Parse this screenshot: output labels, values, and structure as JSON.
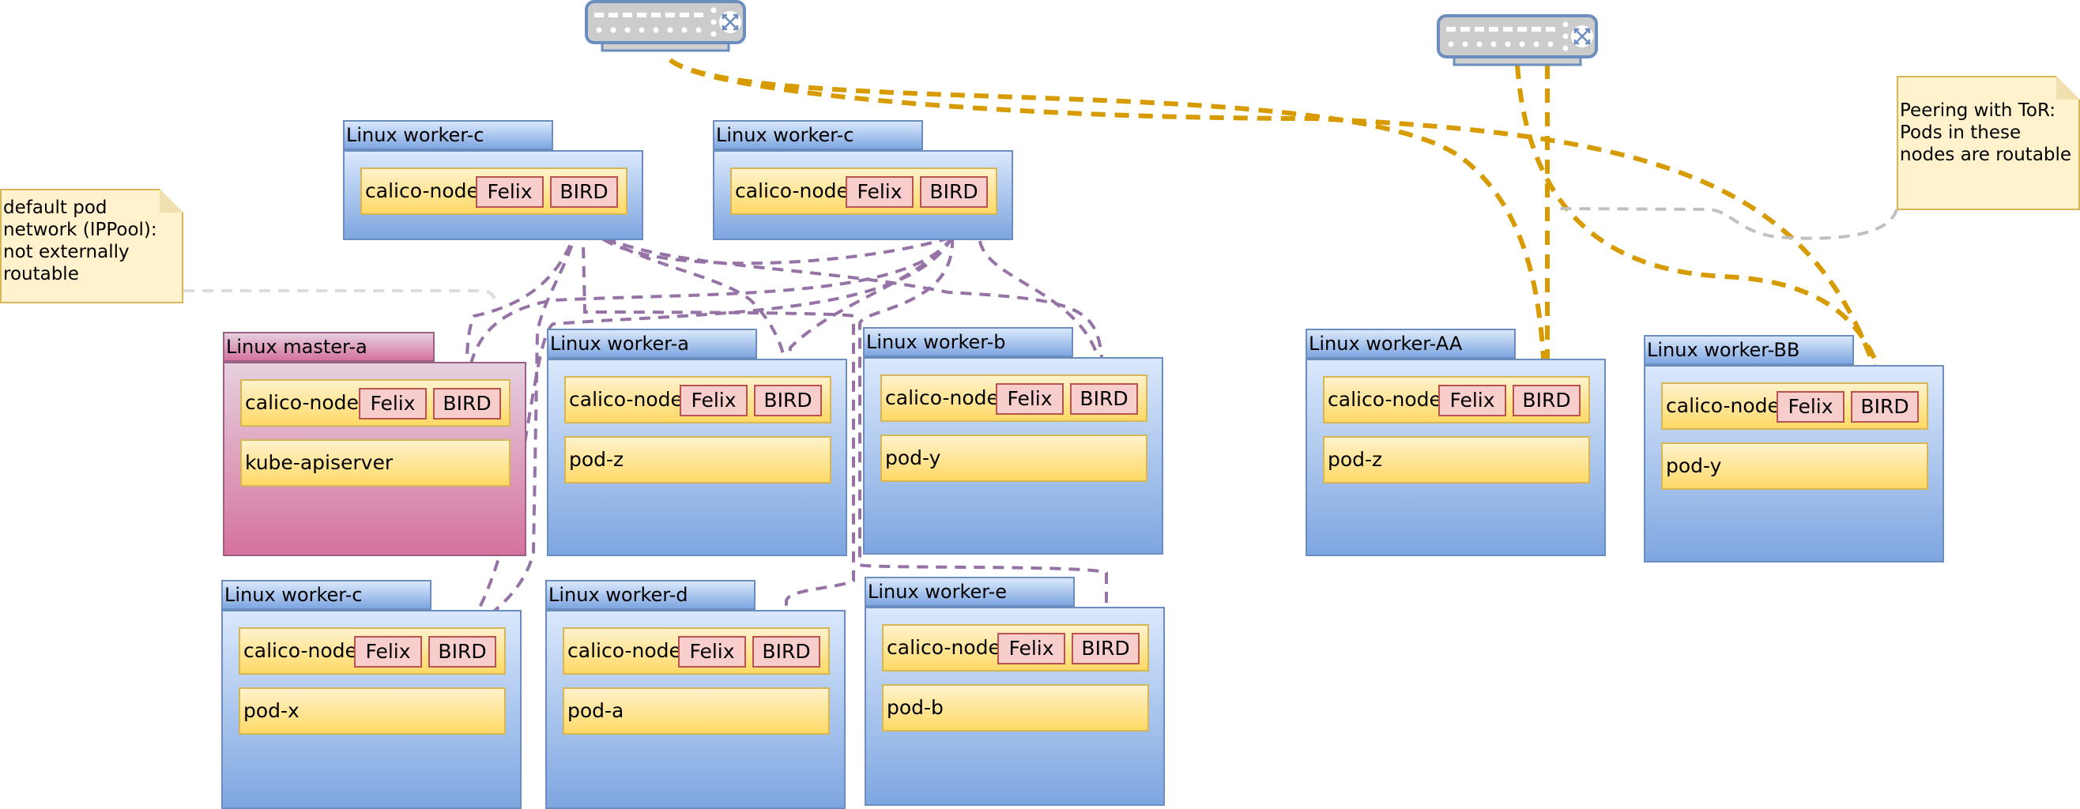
{
  "switches": [
    {
      "id": "tor-switch-1",
      "icon": "network-switch-icon"
    },
    {
      "id": "tor-switch-2",
      "icon": "network-switch-icon"
    }
  ],
  "notes": {
    "default_pool": "default pod network (IPPool): not externally routable",
    "peering": "Peering with ToR: Pods in these nodes are routable"
  },
  "common": {
    "calico_label": "calico-node",
    "felix_label": "Felix",
    "bird_label": "BIRD"
  },
  "nodes": [
    {
      "title": "Linux worker-c",
      "pod": null
    },
    {
      "title": "Linux worker-c",
      "pod": null
    },
    {
      "title": "Linux master-a",
      "pod": "kube-apiserver"
    },
    {
      "title": "Linux worker-a",
      "pod": "pod-z"
    },
    {
      "title": "Linux worker-b",
      "pod": "pod-y"
    },
    {
      "title": "Linux worker-c",
      "pod": "pod-x"
    },
    {
      "title": "Linux worker-d",
      "pod": "pod-a"
    },
    {
      "title": "Linux worker-e",
      "pod": "pod-b"
    },
    {
      "title": "Linux worker-AA",
      "pod": "pod-z"
    },
    {
      "title": "Linux worker-BB",
      "pod": "pod-y"
    }
  ],
  "colors": {
    "bgp_mesh": "#9673a6",
    "tor_peering": "#d79b00",
    "note_link": "#c0c0c0",
    "node_border": "#6c8ebf",
    "master_border": "#996185"
  },
  "connections": {
    "mesh_type": "BGP full mesh (dashed purple)",
    "tor_type": "BGP peering with ToR (dashed orange)"
  }
}
